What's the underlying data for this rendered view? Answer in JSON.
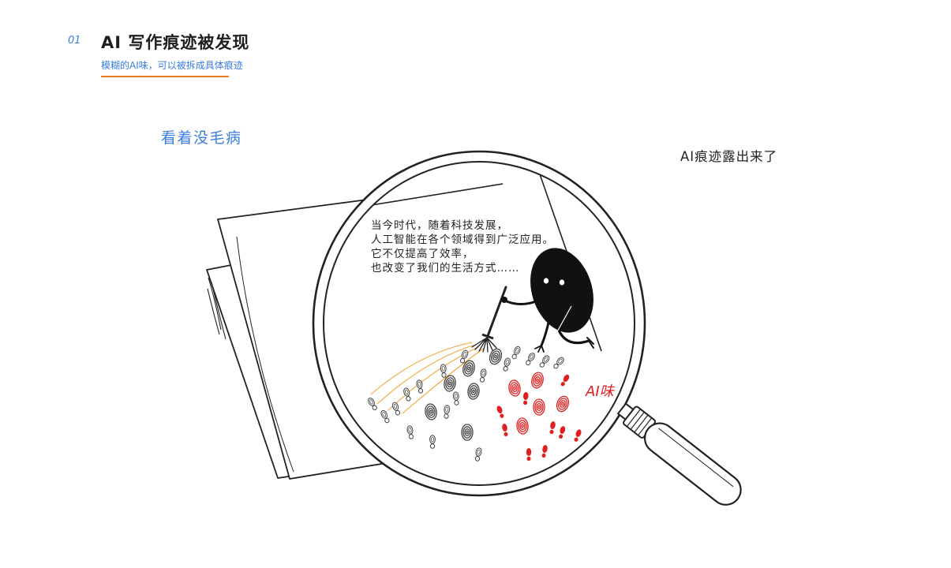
{
  "slide": {
    "number": "01",
    "title": "AI 写作痕迹被发现",
    "subtitle": "模糊的AI味，可以被拆成具体痕迹"
  },
  "labels": {
    "looks_fine": "看着没毛病",
    "traces_revealed": "AI痕迹露出来了",
    "ai_flavor": "AI味"
  },
  "lens_text": [
    "当今时代，随着科技发展，",
    "人工智能在各个领域得到广泛应用。",
    "它不仅提高了效率，",
    "也改变了我们的生活方式……"
  ],
  "colors": {
    "accent_blue": "#3b7de0",
    "underline_orange": "#f07a1a",
    "brush_orange": "#f3a63a",
    "trace_red": "#e02020",
    "trace_gray": "#444444",
    "ink": "#111111"
  },
  "icons": {
    "magnifier": "magnifier-icon",
    "broom": "broom-icon",
    "character": "ink-blob-character"
  }
}
